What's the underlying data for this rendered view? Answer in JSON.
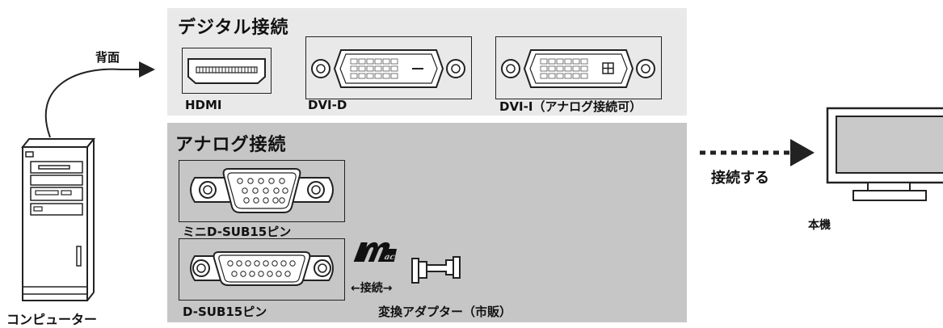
{
  "computer": {
    "label": "コンピューター",
    "back_label": "背面"
  },
  "digital": {
    "title": "デジタル接続",
    "connectors": [
      {
        "label": "HDMI"
      },
      {
        "label": "DVI-D"
      },
      {
        "label": "DVI-I（アナログ接続可）"
      }
    ]
  },
  "analog": {
    "title": "アナログ接続",
    "connectors": [
      {
        "label": "ミニD-SUB15ピン"
      },
      {
        "label": "D-SUB15ピン"
      }
    ],
    "adapter_link": "←接続→",
    "adapter_label": "変換アダプター（市販）",
    "mac_logo": "Mac"
  },
  "connect": {
    "label": "接続する"
  },
  "monitor": {
    "label": "本機"
  }
}
